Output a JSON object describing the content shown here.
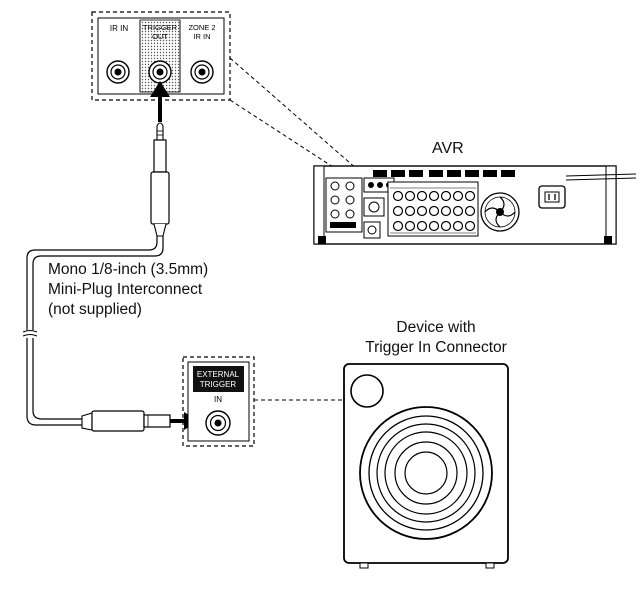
{
  "rear_panel": {
    "ports": [
      {
        "label_line1": "IR IN",
        "label_line2": ""
      },
      {
        "label_line1": "TRIGGER",
        "label_line2": "OUT"
      },
      {
        "label_line1": "ZONE 2",
        "label_line2": "IR IN"
      }
    ]
  },
  "avr": {
    "label": "AVR"
  },
  "cable": {
    "caption_line1": "Mono 1/8-inch (3.5mm)",
    "caption_line2": "Mini-Plug Interconnect",
    "caption_line3": "(not supplied)"
  },
  "device": {
    "caption_line1": "Device with",
    "caption_line2": "Trigger In Connector",
    "connector_label_line1": "EXTERNAL",
    "connector_label_line2": "TRIGGER",
    "connector_label_line3": "IN"
  }
}
